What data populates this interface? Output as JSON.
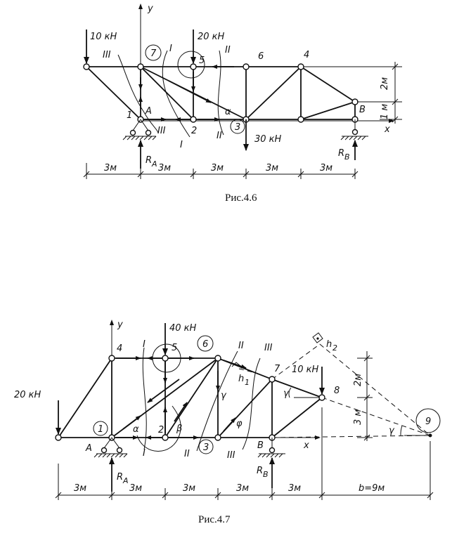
{
  "fig1": {
    "caption": "Рис.4.6",
    "axis_y": "y",
    "axis_x": "x",
    "loads": [
      "10 кН",
      "20 кН",
      "30 кН"
    ],
    "nodes": [
      "1",
      "2",
      "3",
      "4",
      "5",
      "6",
      "7"
    ],
    "supports": [
      "A",
      "B"
    ],
    "reactions": [
      "R",
      "A",
      "R",
      "B"
    ],
    "sections": [
      "I",
      "I",
      "II",
      "II",
      "III",
      "III"
    ],
    "angle": "α",
    "dims": [
      "3м",
      "3м",
      "3м",
      "3м",
      "3м"
    ],
    "dim_height_top": "2м",
    "dim_height_bottom": "1 м"
  },
  "fig2": {
    "caption": "Рис.4.7",
    "axis_y": "y",
    "axis_x": "x",
    "loads": [
      "20 кН",
      "40 кН",
      "10 кН"
    ],
    "nodes": [
      "1",
      "2",
      "3",
      "4",
      "5",
      "6",
      "7",
      "8",
      "9"
    ],
    "supports": [
      "A",
      "B"
    ],
    "reactions": [
      "R",
      "A",
      "R",
      "B"
    ],
    "sections": [
      "I",
      "I",
      "II",
      "II",
      "III",
      "III"
    ],
    "angles": [
      "α",
      "β",
      "γ",
      "φ",
      "γ",
      "γ"
    ],
    "heights": [
      "h",
      "1",
      "h",
      "2"
    ],
    "dims": [
      "3м",
      "3м",
      "3м",
      "3м",
      "3м",
      "b=9м"
    ],
    "dim_height_top": "2м",
    "dim_height_bottom": "3 м"
  }
}
